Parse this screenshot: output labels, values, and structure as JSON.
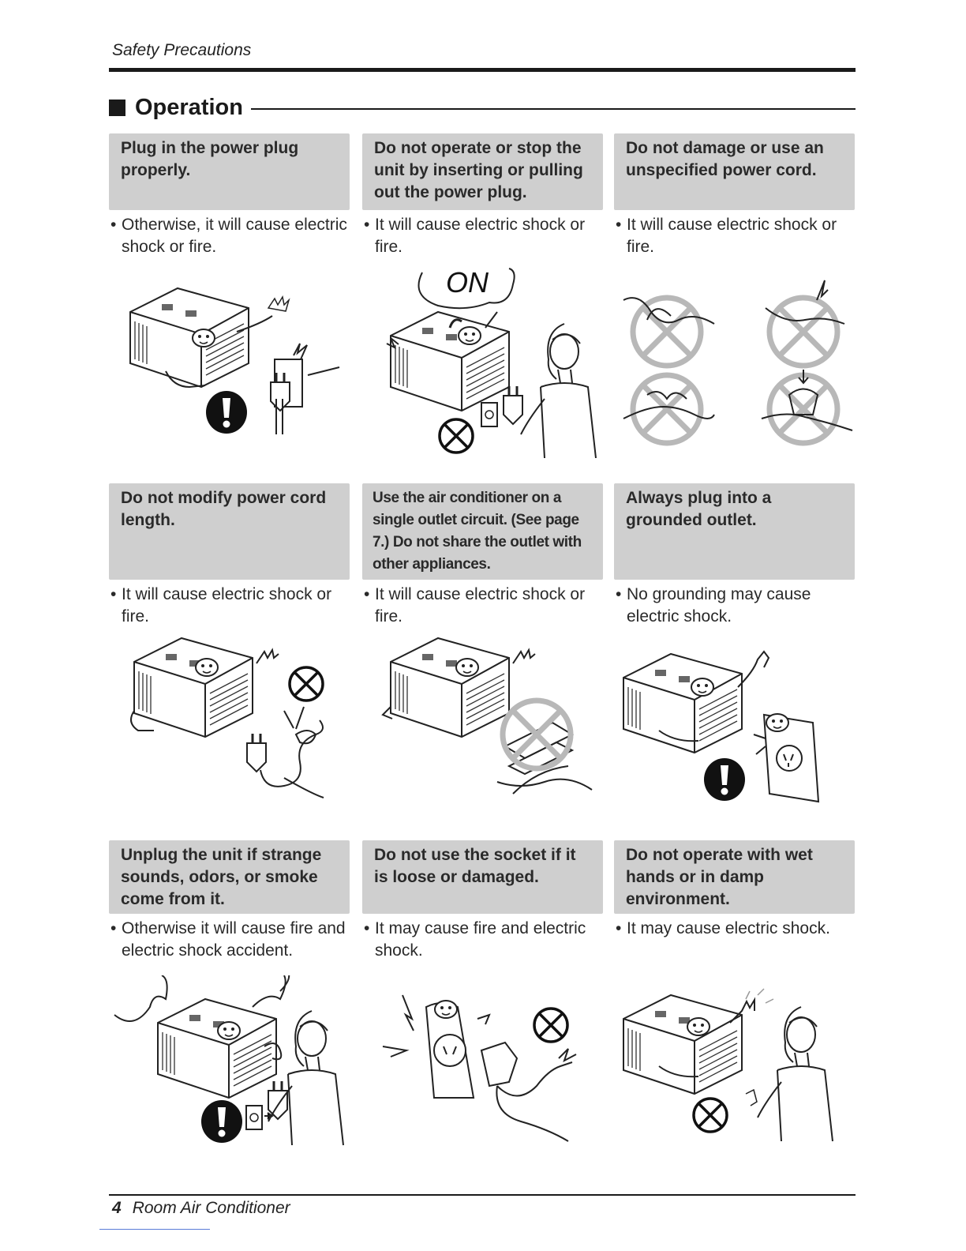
{
  "header": {
    "running_head": "Safety Precautions"
  },
  "section": {
    "title": "Operation"
  },
  "items": [
    {
      "heading": "Plug in the power plug properly.",
      "text": "Otherwise, it will cause electric shock or fire.",
      "icon": "mandatory-icon"
    },
    {
      "heading": "Do not operate or stop the unit by inserting or pulling out the power plug.",
      "text": "It will cause electric shock or fire.",
      "callout": "ON",
      "icon": "prohibited-icon"
    },
    {
      "heading": "Do not damage or use an unspecified power cord.",
      "text": "It will cause electric shock or fire.",
      "icon": "prohibited-icon"
    },
    {
      "heading": "Do not modify power cord length.",
      "text": "It will cause electric shock or fire.",
      "icon": "prohibited-icon"
    },
    {
      "heading": "Use the air conditioner on a single outlet circuit. (See page 7.) Do not share the outlet with other appliances.",
      "text": "It will cause electric shock or fire.",
      "icon": "prohibited-icon"
    },
    {
      "heading": "Always plug into a grounded outlet.",
      "text": "No grounding may cause electric shock.",
      "icon": "mandatory-icon"
    },
    {
      "heading": "Unplug the unit if strange sounds, odors, or smoke come from it.",
      "text": "Otherwise it will cause fire and electric shock accident.",
      "icon": "mandatory-icon"
    },
    {
      "heading": "Do not use the socket if it is loose or damaged.",
      "text": "It may cause fire and electric shock.",
      "icon": "prohibited-icon"
    },
    {
      "heading": "Do not operate with wet hands or in damp environment.",
      "text": "It may cause electric shock.",
      "icon": "prohibited-icon"
    }
  ],
  "footer": {
    "page_number": "4",
    "doc_title": "Room Air Conditioner"
  }
}
